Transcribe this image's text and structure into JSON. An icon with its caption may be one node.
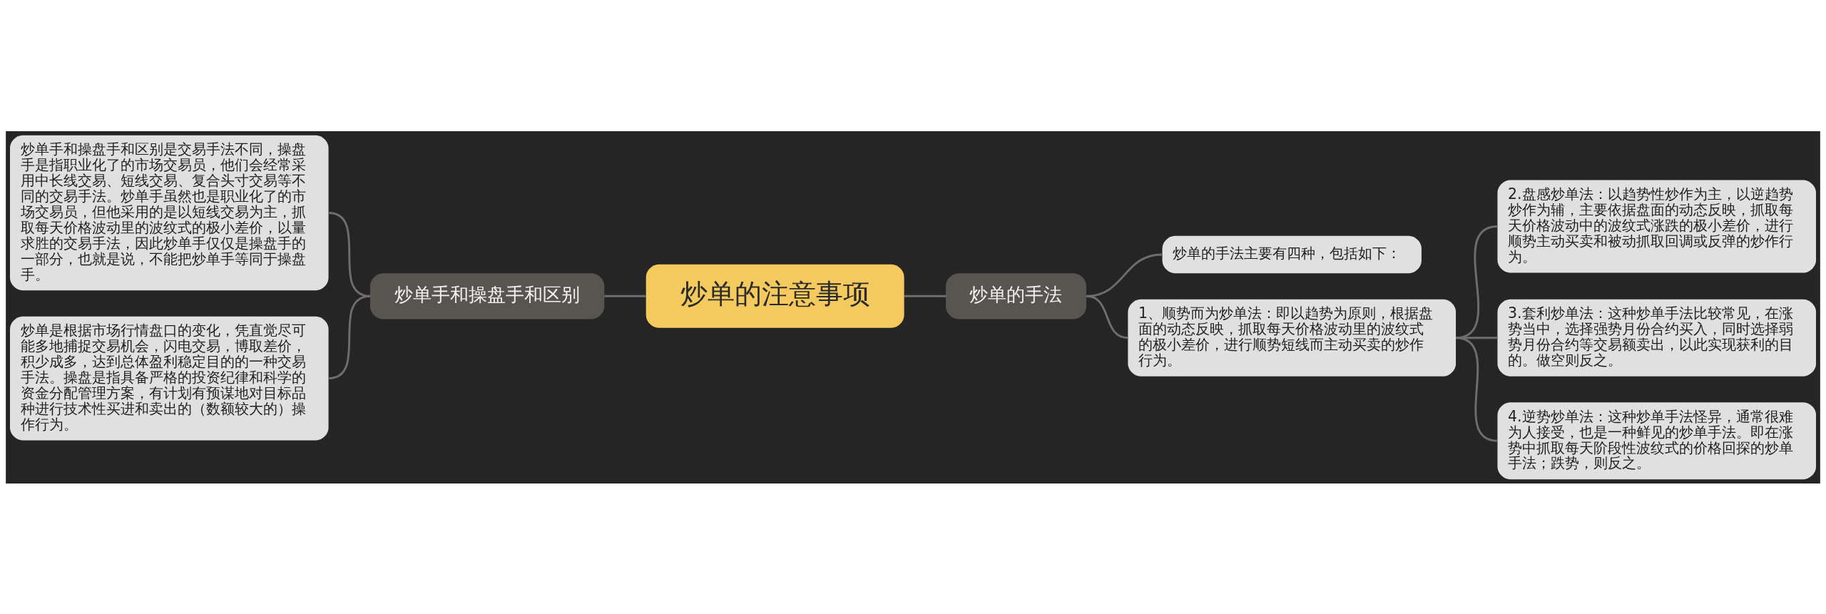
{
  "diagram": {
    "nodes": [
      {
        "text": [
          "炒单的注意事项"
        ]
      },
      {
        "text": [
          "炒单手和操盘手和区别"
        ]
      },
      {
        "text": [
          "炒单手和操盘手和区别是交易手法不同，操盘手是指职业化了的市场交易员，他们会经常采用中长线交易、短线交易、复合头寸交易等不同的交易手法。炒单手虽然也是职业化了的市场交易员，但他采用的是以短线交易为主，抓取每天价格波动里的波纹式的极小差价，以量求胜的交易手法，因此炒单手仅仅是操盘手的一部分，也就是说，不能把炒单手等同于操盘手。"
        ]
      },
      {
        "text": [
          "炒单是根据市场行情盘口的变化，凭直觉尽可能多地捕捉交易机会，闪电交易，博取差价，积少成多，达到总体盈利稳定目的的一种交易手法。操盘是指具备严格的投资纪律和科学的资金分配管理方案，有计划有预谋地对目标品种进行技术性买进和卖出的（数额较大的）操作行为。"
        ]
      },
      {
        "text": [
          "炒单的手法"
        ]
      },
      {
        "text": [
          "炒单的手法主要有四种，包括如下："
        ]
      },
      {
        "text": [
          "1、顺势而为炒单法：即以趋势为原则，根据盘面的动态反映，抓取每天价格波动里的波纹式的极小差价，进行顺势短线而主动买卖的炒作行为。"
        ]
      },
      {
        "text": [
          "2.盘感炒单法：以趋势性炒作为主，以逆趋势炒作为辅，主要依据盘面的动态反映，抓取每天价格波动中的波纹式涨跌的极小差价，进行顺势主动买卖和被动抓取回调或反弹的炒作行为。"
        ]
      },
      {
        "text": [
          "3.套利炒单法：这种炒单手法比较常见，在涨势当中，选择强势月份合约买入，同时选择弱势月份合约等交易额卖出，以此实现获利的目的。做空则反之。"
        ]
      },
      {
        "text": [
          "4.逆势炒单法：这种炒单手法怪异，通常很难为人接受，也是一种鲜见的炒单手法。即在涨势中抓取每天阶段性波纹式的价格回探的炒单手法；跌势，则反之。"
        ]
      }
    ],
    "edges": [
      {
        "from": 0,
        "to": 1,
        "arrow": "none"
      },
      {
        "from": 1,
        "to": 2,
        "arrow": "none"
      },
      {
        "from": 1,
        "to": 3,
        "arrow": "none"
      },
      {
        "from": 0,
        "to": 4,
        "arrow": "none"
      },
      {
        "from": 4,
        "to": 5,
        "arrow": "none"
      },
      {
        "from": 4,
        "to": 6,
        "arrow": "none"
      },
      {
        "from": 6,
        "to": 7,
        "arrow": "none"
      },
      {
        "from": 6,
        "to": 8,
        "arrow": "none"
      },
      {
        "from": 6,
        "to": 9,
        "arrow": "none"
      }
    ]
  }
}
